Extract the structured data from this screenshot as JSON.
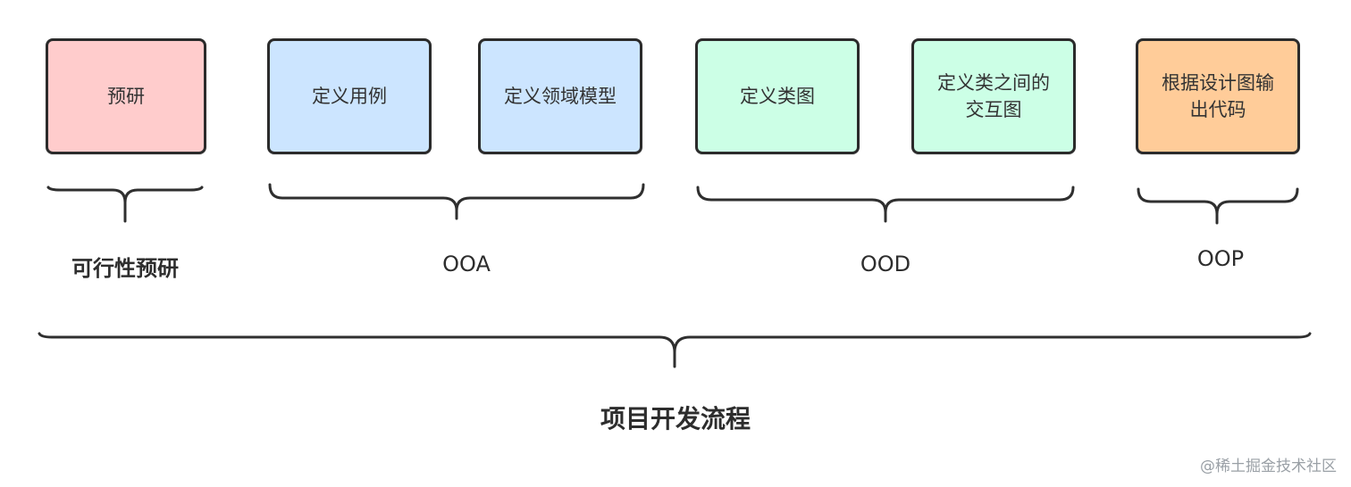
{
  "boxes": {
    "b1": {
      "text": "预研",
      "fill": "#ffcccc"
    },
    "b2": {
      "text": "定义用例",
      "fill": "#cce5ff"
    },
    "b3": {
      "text": "定义领域模型",
      "fill": "#cce5ff"
    },
    "b4": {
      "text": "定义类图",
      "fill": "#ccffe6"
    },
    "b5": {
      "text": "定义类之间的交互图",
      "line1": "定义类之间的",
      "line2": "交互图",
      "fill": "#ccffe6"
    },
    "b6": {
      "text": "根据设计图输出代码",
      "line1": "根据设计图输",
      "line2": "出代码",
      "fill": "#ffcc99"
    }
  },
  "labels": {
    "feasibility": "可行性预研",
    "ooa": "OOA",
    "ood": "OOD",
    "oop": "OOP"
  },
  "title": "项目开发流程",
  "watermark": "@稀土掘金技术社区",
  "colors": {
    "stroke": "#2b2b2b",
    "text": "#333333"
  }
}
